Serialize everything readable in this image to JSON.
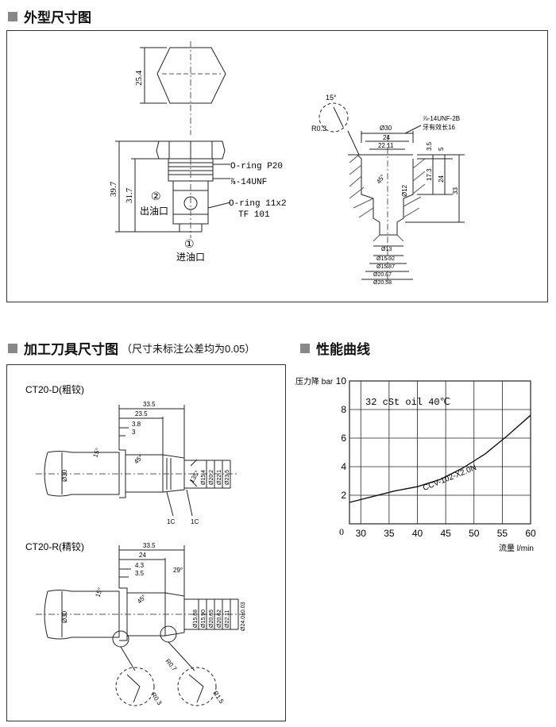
{
  "sections": {
    "outline": {
      "title": "外型尺寸图"
    },
    "tooling": {
      "title": "加工刀具尺寸图",
      "note": "（尺寸未标注公差均为0.05）"
    },
    "performance": {
      "title": "性能曲线"
    }
  },
  "outline_drawing": {
    "hex_width": "25.4",
    "overall_length": "39.7",
    "body_length": "31.7",
    "oring_top": "O-ring P20",
    "thread": "⅞-14UNF",
    "oring_bottom": "O-ring 11x2",
    "backup_ring": "TF 101",
    "port2_num": "②",
    "port2_label": "出油口",
    "port1_num": "①",
    "port1_label": "进油口"
  },
  "cavity_drawing": {
    "angle_15": "15°",
    "r03": "R0.3",
    "d30": "Ø30",
    "w24": "24",
    "w2211": "22.11",
    "thread_spec": "⅞-14UNF-2B",
    "thread_len": "牙有效长16",
    "h35": "3.5",
    "h5": "5",
    "h173": "17.3",
    "h24": "24",
    "h33": "33",
    "angle_45": "45°",
    "d12": "Ø12",
    "d13": "Ø13",
    "d1592": "Ø15.92",
    "d1587": "Ø15.87",
    "d2067": "Ø20.67",
    "d2058": "Ø20.58"
  },
  "tool_d": {
    "label": "CT20-D(粗铰)",
    "l335": "33.5",
    "l235": "23.5",
    "l38": "3.8",
    "l3": "3",
    "a15": "15°",
    "a45": "45°",
    "a135": "135°",
    "d30": "Ø30",
    "d154": "Ø15.4",
    "d202": "Ø20.2",
    "d221": "Ø22.1",
    "d235": "Ø23.5",
    "c1": "1C",
    "c2": "1C"
  },
  "tool_r": {
    "label": "CT20-R(精铰)",
    "l335": "33.5",
    "l24": "24",
    "l43": "4.3",
    "l35": "3.5",
    "a29": "29°",
    "a15": "15°",
    "a45": "45°",
    "d30": "Ø30",
    "d1588": "Ø15.88",
    "d1590": "Ø15.90",
    "d2065": "Ø20.65",
    "d2062": "Ø20.62",
    "d2211": "Ø22.11",
    "d240": "Ø24.0±0.03",
    "r07": "R0.7",
    "r03": "R0.3",
    "r15": "R1.5"
  },
  "chart_data": {
    "type": "line",
    "title": "32 cSt oil 40℃",
    "ylabel": "压力降 bar",
    "xlabel": "流量 l/min",
    "x_ticks": [
      30,
      35,
      40,
      45,
      50,
      55,
      60
    ],
    "y_ticks": [
      2,
      4,
      6,
      8,
      10
    ],
    "origin_label": "0",
    "xlim": [
      28,
      60
    ],
    "ylim": [
      0,
      10
    ],
    "grid": true,
    "series": [
      {
        "name": "CCV-102-X2.0N",
        "x": [
          28,
          32,
          36,
          40,
          44,
          48,
          52,
          56,
          60
        ],
        "y": [
          1.5,
          1.9,
          2.3,
          2.6,
          3.1,
          3.9,
          4.9,
          6.2,
          7.6
        ]
      }
    ]
  }
}
